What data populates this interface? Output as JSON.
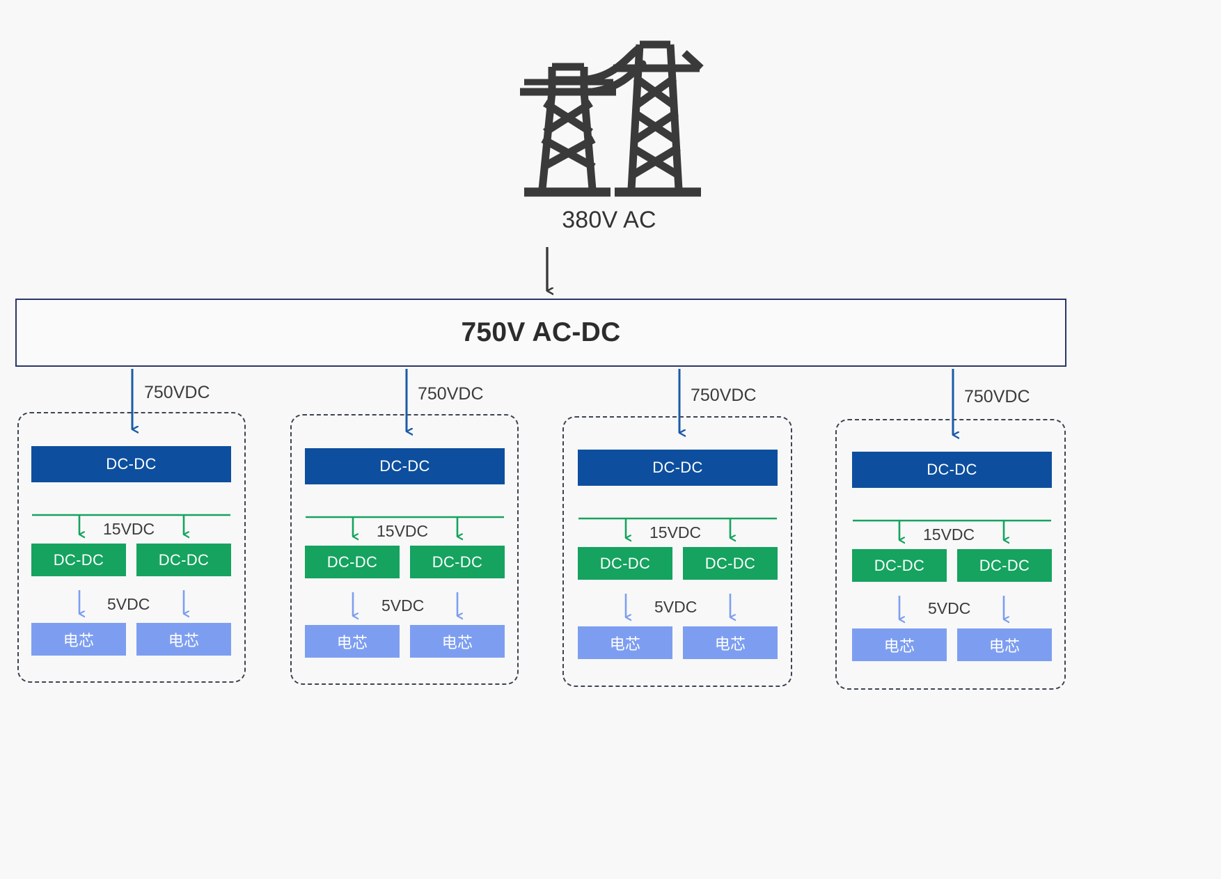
{
  "diagram": {
    "title_source": "380V AC",
    "background": "#f8f8f8",
    "source": {
      "icon": "transmission-tower-icon",
      "label": "380V AC"
    },
    "rectifier": {
      "label": "750V AC-DC",
      "border_color": "#2a3666"
    },
    "feeder_label": "750VDC",
    "bus_label": "15VDC",
    "cell_feed_label": "5VDC",
    "block_labels": {
      "dcdc": "DC-DC",
      "cell": "电芯"
    },
    "colors": {
      "primary_blue": "#0d4f9e",
      "green": "#15a35f",
      "cell_blue": "#7d9ef0",
      "arrow_blue": "#1a5ba8",
      "arrow_light_blue": "#7d9ef0",
      "arrow_green": "#15a35f",
      "arrow_dark": "#3a3a3a",
      "dash_border": "#3d434f",
      "tower": "#3a3a3a"
    },
    "groups": [
      {
        "name": "rack-1",
        "feeder_label": "750VDC",
        "level1": {
          "label": "DC-DC"
        },
        "bus_label": "15VDC",
        "level2": [
          {
            "label": "DC-DC"
          },
          {
            "label": "DC-DC"
          }
        ],
        "cell_feed_label": "5VDC",
        "cells": [
          {
            "label": "电芯"
          },
          {
            "label": "电芯"
          }
        ]
      },
      {
        "name": "rack-2",
        "feeder_label": "750VDC",
        "level1": {
          "label": "DC-DC"
        },
        "bus_label": "15VDC",
        "level2": [
          {
            "label": "DC-DC"
          },
          {
            "label": "DC-DC"
          }
        ],
        "cell_feed_label": "5VDC",
        "cells": [
          {
            "label": "电芯"
          },
          {
            "label": "电芯"
          }
        ]
      },
      {
        "name": "rack-3",
        "feeder_label": "750VDC",
        "level1": {
          "label": "DC-DC"
        },
        "bus_label": "15VDC",
        "level2": [
          {
            "label": "DC-DC"
          },
          {
            "label": "DC-DC"
          }
        ],
        "cell_feed_label": "5VDC",
        "cells": [
          {
            "label": "电芯"
          },
          {
            "label": "电芯"
          }
        ]
      },
      {
        "name": "rack-4",
        "feeder_label": "750VDC",
        "level1": {
          "label": "DC-DC"
        },
        "bus_label": "15VDC",
        "level2": [
          {
            "label": "DC-DC"
          },
          {
            "label": "DC-DC"
          }
        ],
        "cell_feed_label": "5VDC",
        "cells": [
          {
            "label": "电芯"
          },
          {
            "label": "电芯"
          }
        ]
      }
    ]
  }
}
